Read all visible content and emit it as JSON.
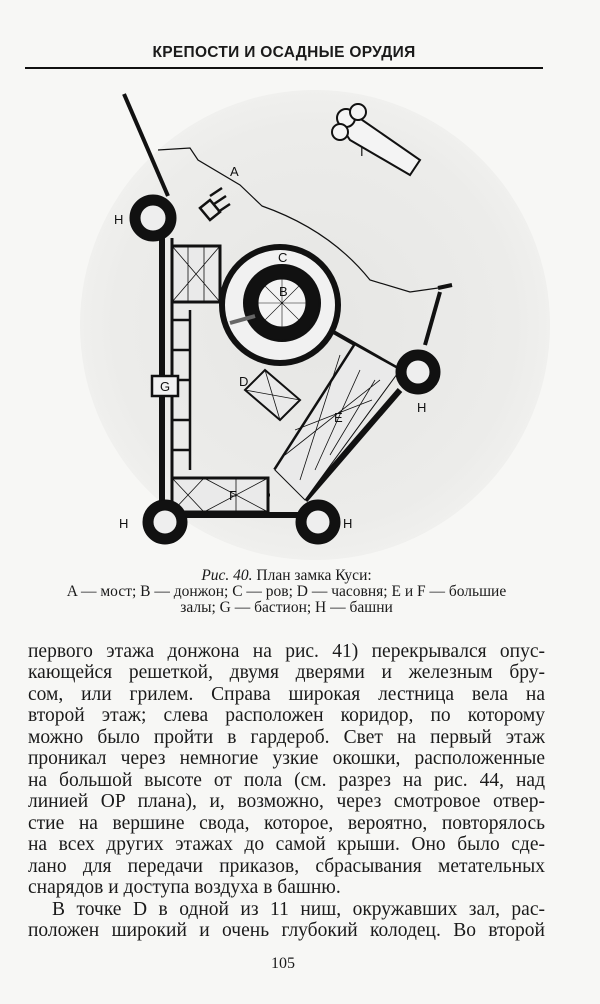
{
  "header": {
    "title": "КРЕПОСТИ И ОСАДНЫЕ ОРУДИЯ"
  },
  "figure": {
    "labels": {
      "A": "A",
      "B": "B",
      "C": "C",
      "D": "D",
      "E": "E",
      "F": "F",
      "G": "G",
      "H": "H",
      "I": "I"
    },
    "caption": {
      "fig_ref": "Рис. 40.",
      "title": "План замка Куси:",
      "line2": "A — мост; B — донжон; C — ров; D — часовня; E и F — большие",
      "line3": "залы; G — бастион; H — башни"
    }
  },
  "body": {
    "lines": [
      "первого этажа донжона на рис. 41) перекрывался опус-",
      "кающейся решеткой, двумя дверями и железным бру-",
      "сом, или грилем. Справа широкая лестница вела на",
      "второй этаж; слева расположен коридор, по которому",
      "можно было пройти в гардероб. Свет на первый этаж",
      "проникал через немногие узкие окошки, расположенные",
      "на большой высоте от пола (см. разрез на рис. 44, над",
      "линией OP плана), и, возможно, через смотровое отвер-",
      "стие на вершине свода, которое, вероятно, повторялось",
      "на всех других этажах до самой крыши. Оно было сде-",
      "лано для передачи приказов, сбрасывания метательных",
      "снарядов и доступа воздуха в башню.",
      "В точке D в одной из 11 ниш, окружавших зал, рас-",
      "положен широкий и очень глубокий колодец. Во второй"
    ]
  },
  "footer": {
    "page_number": "105"
  }
}
